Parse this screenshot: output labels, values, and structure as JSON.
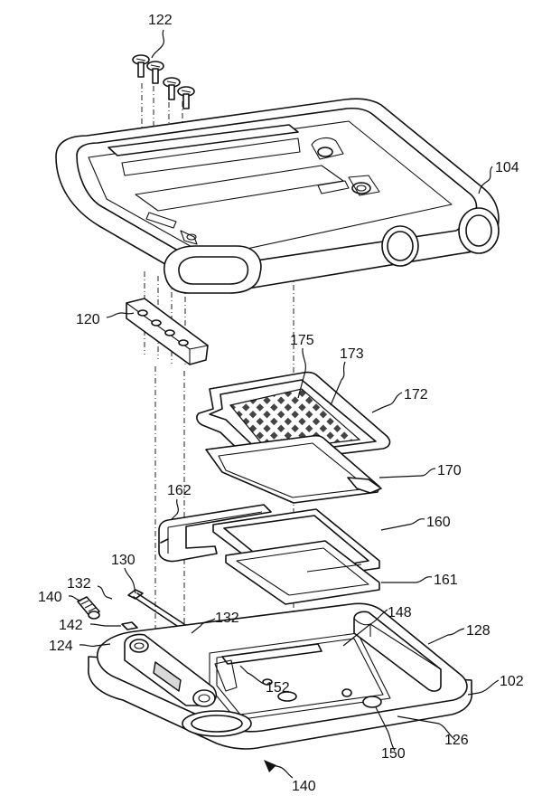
{
  "figure": {
    "labels": {
      "l122": "122",
      "l104": "104",
      "l120": "120",
      "l175": "175",
      "l173": "173",
      "l172": "172",
      "l170": "170",
      "l162": "162",
      "l160": "160",
      "l161": "161",
      "l130": "130",
      "l132a": "132",
      "l132b": "132",
      "l140a": "140",
      "l142": "142",
      "l124": "124",
      "l148": "148",
      "l128": "128",
      "l102": "102",
      "l152": "152",
      "l126": "126",
      "l150": "150",
      "l140b": "140"
    }
  }
}
